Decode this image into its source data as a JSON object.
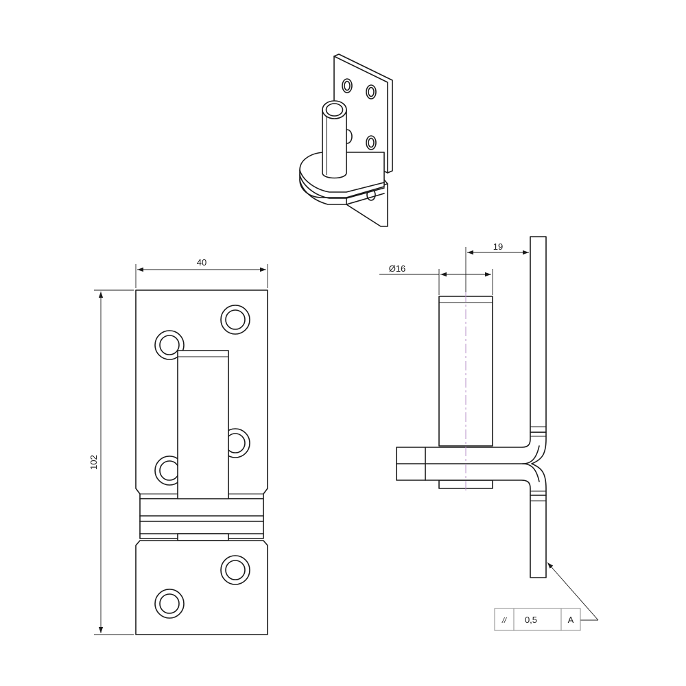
{
  "dimensions": {
    "width": "40",
    "height": "102",
    "offset": "19",
    "diameter": "Ø16"
  },
  "tolerance": {
    "symbol": "//",
    "value": "0,5",
    "datum": "A"
  },
  "colors": {
    "line": "#1a1a1a",
    "axis": "#b792c8",
    "frame": "#888888"
  }
}
